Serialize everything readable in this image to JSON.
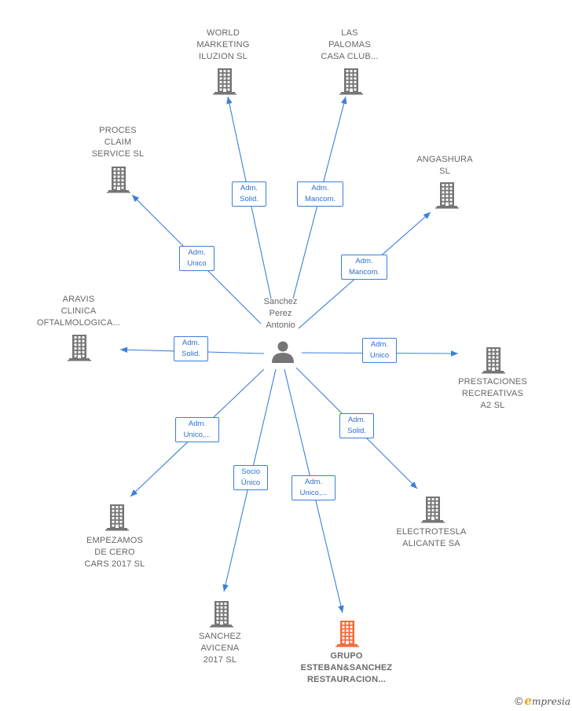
{
  "colors": {
    "edge": "#3b7fd9",
    "building": "#757575",
    "building_highlight": "#f26b3a",
    "person": "#757575"
  },
  "person": {
    "lines": [
      "Sanchez",
      "Perez",
      "Antonio"
    ]
  },
  "companies": [
    {
      "id": "world",
      "lines": [
        "WORLD",
        "MARKETING",
        "ILUZION  SL"
      ],
      "highlight": false
    },
    {
      "id": "palomas",
      "lines": [
        "LAS",
        "PALOMAS",
        "CASA CLUB..."
      ],
      "highlight": false
    },
    {
      "id": "proces",
      "lines": [
        "PROCES",
        "CLAIM",
        "SERVICE SL"
      ],
      "highlight": false
    },
    {
      "id": "angashura",
      "lines": [
        "ANGASHURA",
        "SL"
      ],
      "highlight": false
    },
    {
      "id": "aravis",
      "lines": [
        "ARAVIS",
        "CLINICA",
        "OFTALMOLOGICA..."
      ],
      "highlight": false
    },
    {
      "id": "prestaciones",
      "lines": [
        "PRESTACIONES",
        "RECREATIVAS",
        "A2 SL"
      ],
      "highlight": false
    },
    {
      "id": "empezamos",
      "lines": [
        "EMPEZAMOS",
        "DE CERO",
        "CARS 2017  SL"
      ],
      "highlight": false
    },
    {
      "id": "electrotesla",
      "lines": [
        "ELECTROTESLA",
        "ALICANTE SA"
      ],
      "highlight": false
    },
    {
      "id": "avicena",
      "lines": [
        "SANCHEZ",
        "AVICENA",
        "2017  SL"
      ],
      "highlight": false
    },
    {
      "id": "grupo",
      "lines": [
        "GRUPO",
        "ESTEBAN&SANCHEZ",
        "RESTAURACION..."
      ],
      "highlight": true
    }
  ],
  "edges": [
    {
      "to": "world",
      "lines": [
        "Adm.",
        "Solid."
      ]
    },
    {
      "to": "palomas",
      "lines": [
        "Adm.",
        "Mancom."
      ]
    },
    {
      "to": "proces",
      "lines": [
        "Adm.",
        "Unico"
      ]
    },
    {
      "to": "angashura",
      "lines": [
        "Adm.",
        "Mancom."
      ]
    },
    {
      "to": "aravis",
      "lines": [
        "Adm.",
        "Solid."
      ]
    },
    {
      "to": "prestaciones",
      "lines": [
        "Adm.",
        "Unico"
      ]
    },
    {
      "to": "empezamos",
      "lines": [
        "Adm.",
        "Unico,..."
      ]
    },
    {
      "to": "electrotesla",
      "lines": [
        "Adm.",
        "Solid."
      ]
    },
    {
      "to": "avicena",
      "lines": [
        "Socio",
        "Único"
      ]
    },
    {
      "to": "grupo",
      "lines": [
        "Adm.",
        "Unico,..."
      ]
    }
  ],
  "brand": {
    "copyright": "©",
    "logo_initial": "e",
    "logo_rest": "mpresia"
  }
}
